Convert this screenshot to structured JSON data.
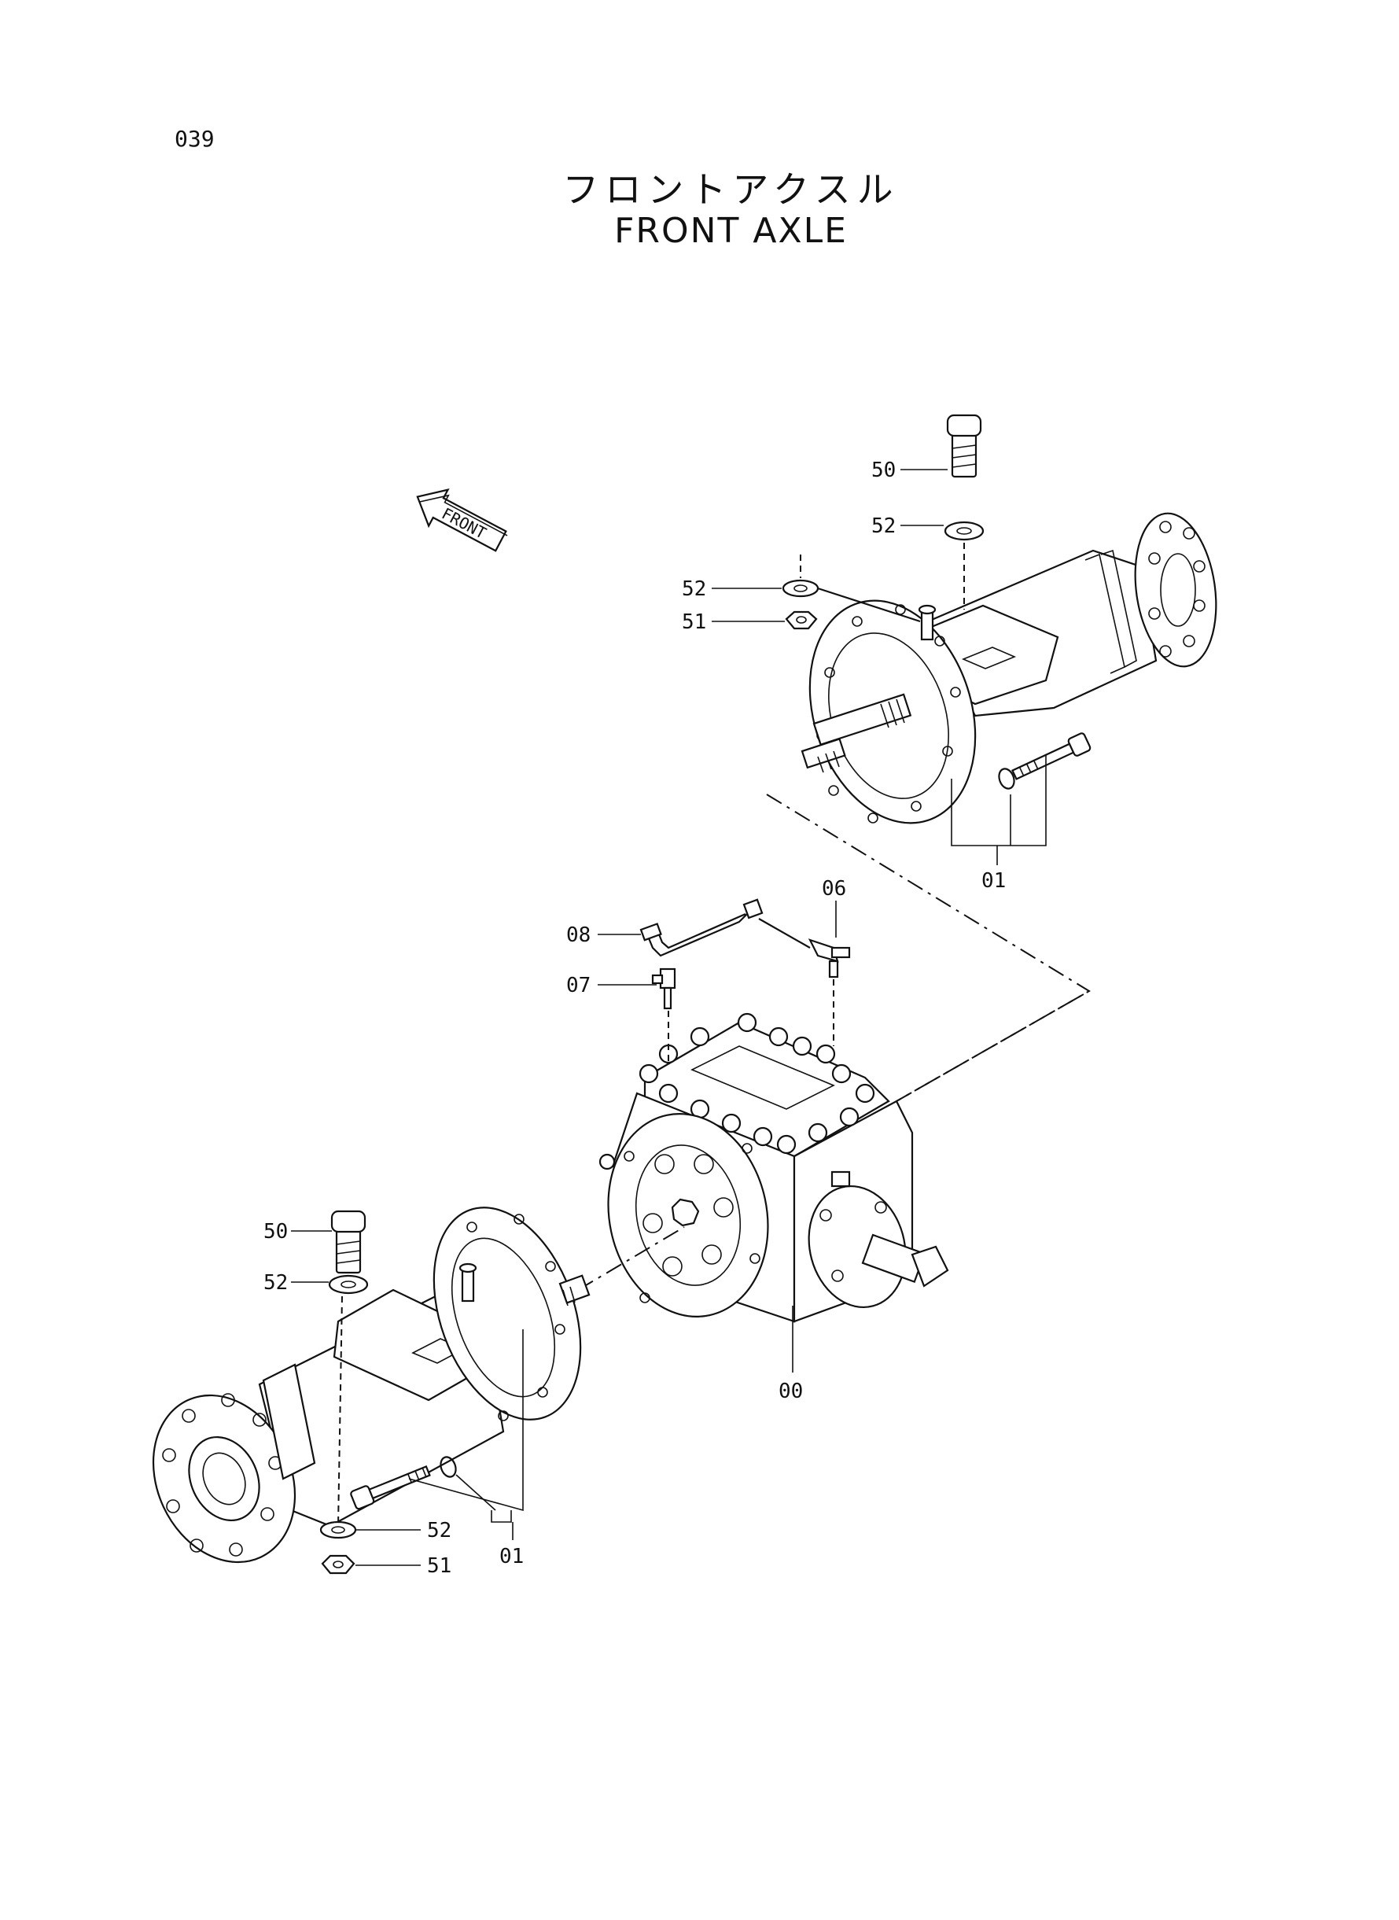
{
  "page": {
    "number": "039"
  },
  "title": {
    "japanese": "フロントアクスル",
    "english": "FRONT AXLE"
  },
  "arrow": {
    "label": "FRONT"
  },
  "callouts": {
    "upper_bolt": "50",
    "upper_washer": "52",
    "upper_left_washer": "52",
    "upper_left_nut": "51",
    "upper_axle": "01",
    "fitting_06": "06",
    "pipe_08": "08",
    "fitting_07": "07",
    "differential": "00",
    "lower_bolt": "50",
    "lower_washer_top": "52",
    "lower_washer_bottom": "52",
    "lower_nut": "51",
    "lower_axle": "01"
  }
}
